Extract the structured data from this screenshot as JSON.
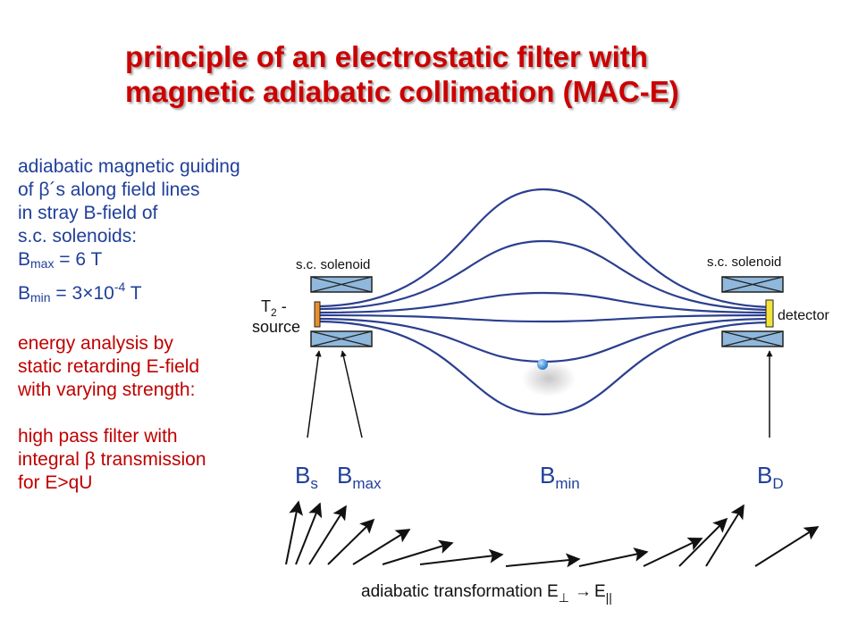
{
  "title": {
    "line1": "principle of an electrostatic filter with",
    "line2": "magnetic adiabatic collimation (MAC-E)"
  },
  "description": {
    "guiding": {
      "line1": "adiabatic magnetic guiding",
      "line2_pre": "of ",
      "beta": "β",
      "line2_post": "´s along field lines",
      "line3": "in stray B-field of",
      "line4": "s.c. solenoids:",
      "bmax_base": "B",
      "bmax_sub": "max",
      "bmax_value": " = 6 T",
      "bmin_base": "B",
      "bmin_sub": "min",
      "bmin_value_pre": " = 3×10",
      "bmin_exp": "-4",
      "bmin_value_post": " T"
    },
    "energy": {
      "line1": "energy analysis by",
      "line2": "static retarding E-field",
      "line3": "with varying strength:"
    },
    "filter": {
      "line1": "high pass filter with",
      "line2_pre": "integral ",
      "beta": "β",
      "line2_post": " transmission",
      "line3": "for E>qU"
    }
  },
  "diagram": {
    "solenoid_left": "s.c. solenoid",
    "solenoid_right": "s.c. solenoid",
    "source_t": "T",
    "source_sub": "2",
    "source_dash": " -",
    "source_word": "source",
    "detector": "detector",
    "b_s": {
      "base": "B",
      "sub": "s"
    },
    "b_max": {
      "base": "B",
      "sub": "max"
    },
    "b_min": {
      "base": "B",
      "sub": "min"
    },
    "b_d": {
      "base": "B",
      "sub": "D"
    },
    "transform": {
      "text": "adiabatic transformation E",
      "perp": "⊥",
      "arrow": "→",
      "e": "E",
      "par": "||"
    }
  },
  "colors": {
    "title": "#cc0000",
    "guiding_text": "#1f3f9a",
    "energy_text": "#c00000",
    "field_lines": "#2b3f8f",
    "solenoid_fill": "#8fb8dc",
    "source_fill": "#e8902a",
    "detector_fill": "#f2e43a"
  }
}
